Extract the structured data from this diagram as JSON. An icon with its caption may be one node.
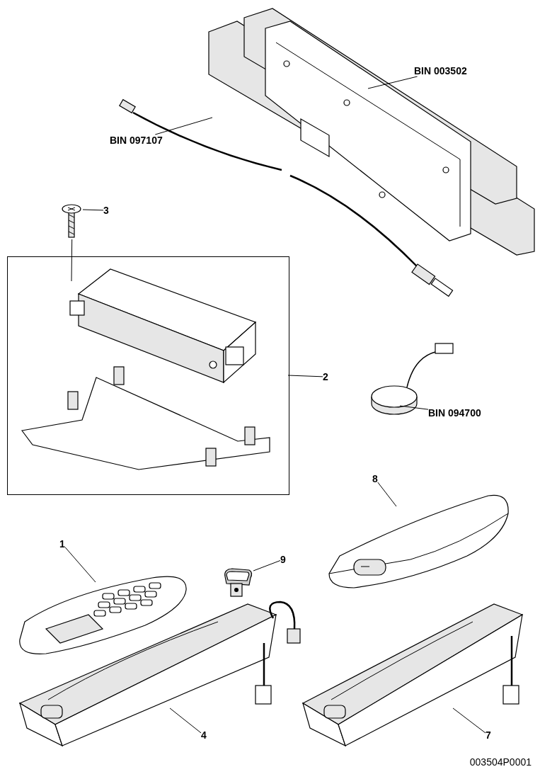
{
  "diagram": {
    "nodes": [
      {
        "text": [
          "BIN 003502"
        ]
      },
      {
        "text": [],
        "shape": "picture"
      },
      {
        "text": [
          "BIN 097107"
        ]
      },
      {
        "text": [],
        "shape": "picture"
      },
      {
        "text": [
          "3"
        ]
      },
      {
        "text": [],
        "shape": "picture"
      },
      {
        "text": [
          "2"
        ]
      },
      {
        "text": [],
        "shape": "box"
      },
      {
        "text": [],
        "shape": "picture",
        "in": 7
      },
      {
        "text": [
          "BIN 094700"
        ]
      },
      {
        "text": [],
        "shape": "picture"
      },
      {
        "text": [
          "8"
        ]
      },
      {
        "text": [],
        "shape": "picture"
      },
      {
        "text": [
          "1"
        ]
      },
      {
        "text": [],
        "shape": "picture"
      },
      {
        "text": [
          "9"
        ]
      },
      {
        "text": [],
        "shape": "picture"
      },
      {
        "text": [
          "4"
        ]
      },
      {
        "text": [],
        "shape": "picture"
      },
      {
        "text": [
          "7"
        ]
      },
      {
        "text": [],
        "shape": "picture"
      }
    ],
    "edges": [
      {
        "from": 0,
        "to": 1,
        "arrow": "none"
      },
      {
        "from": 2,
        "to": 3,
        "arrow": "none"
      },
      {
        "from": 4,
        "to": 5,
        "arrow": "none"
      },
      {
        "from": 6,
        "to": 7,
        "arrow": "none"
      },
      {
        "from": 5,
        "to": 8,
        "arrow": "none"
      },
      {
        "from": 9,
        "to": 10,
        "arrow": "none"
      },
      {
        "from": 11,
        "to": 12,
        "arrow": "none"
      },
      {
        "from": 13,
        "to": 14,
        "arrow": "none"
      },
      {
        "from": 15,
        "to": 16,
        "arrow": "none"
      },
      {
        "from": 17,
        "to": 18,
        "arrow": "none"
      },
      {
        "from": 19,
        "to": 20,
        "arrow": "none"
      }
    ],
    "labels": [
      "003504P0001"
    ]
  }
}
